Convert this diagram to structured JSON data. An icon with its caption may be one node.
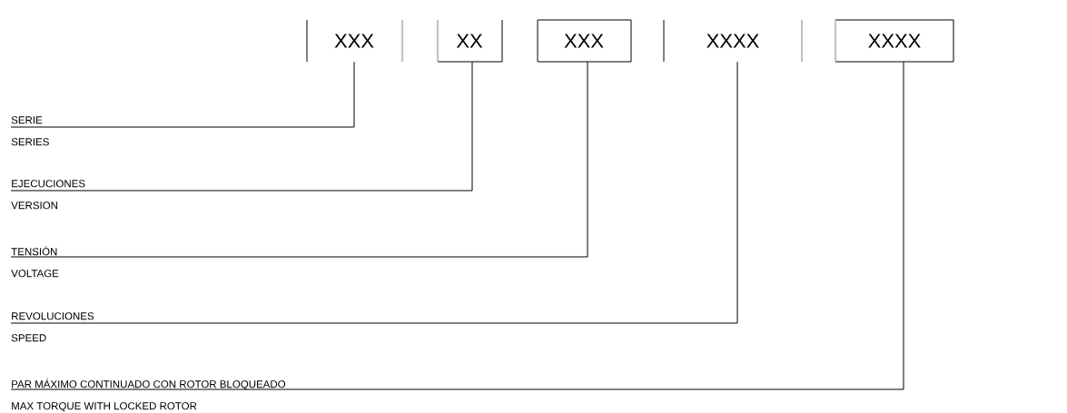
{
  "diagram": {
    "nodes": [
      {
        "text": [
          "XXX"
        ]
      },
      {
        "text": [
          "XX"
        ]
      },
      {
        "text": [
          "XXX"
        ]
      },
      {
        "text": [
          "XXXX"
        ]
      },
      {
        "text": [
          "XXXX"
        ]
      },
      {
        "text": [
          "SERIE",
          "SERIES"
        ]
      },
      {
        "text": [
          "EJECUCIONES",
          "VERSION"
        ]
      },
      {
        "text": [
          "TENSIÓN",
          "VOLTAGE"
        ]
      },
      {
        "text": [
          "REVOLUCIONES",
          "SPEED"
        ]
      },
      {
        "text": [
          "PAR MÁXIMO CONTINUADO CON ROTOR BLOQUEADO",
          "MAX TORQUE WITH LOCKED ROTOR"
        ]
      }
    ],
    "edges": [
      {
        "from": 5,
        "to": 0,
        "arrow": "none"
      },
      {
        "from": 6,
        "to": 1,
        "arrow": "none"
      },
      {
        "from": 7,
        "to": 2,
        "arrow": "none"
      },
      {
        "from": 8,
        "to": 3,
        "arrow": "none"
      },
      {
        "from": 9,
        "to": 4,
        "arrow": "none"
      }
    ]
  }
}
